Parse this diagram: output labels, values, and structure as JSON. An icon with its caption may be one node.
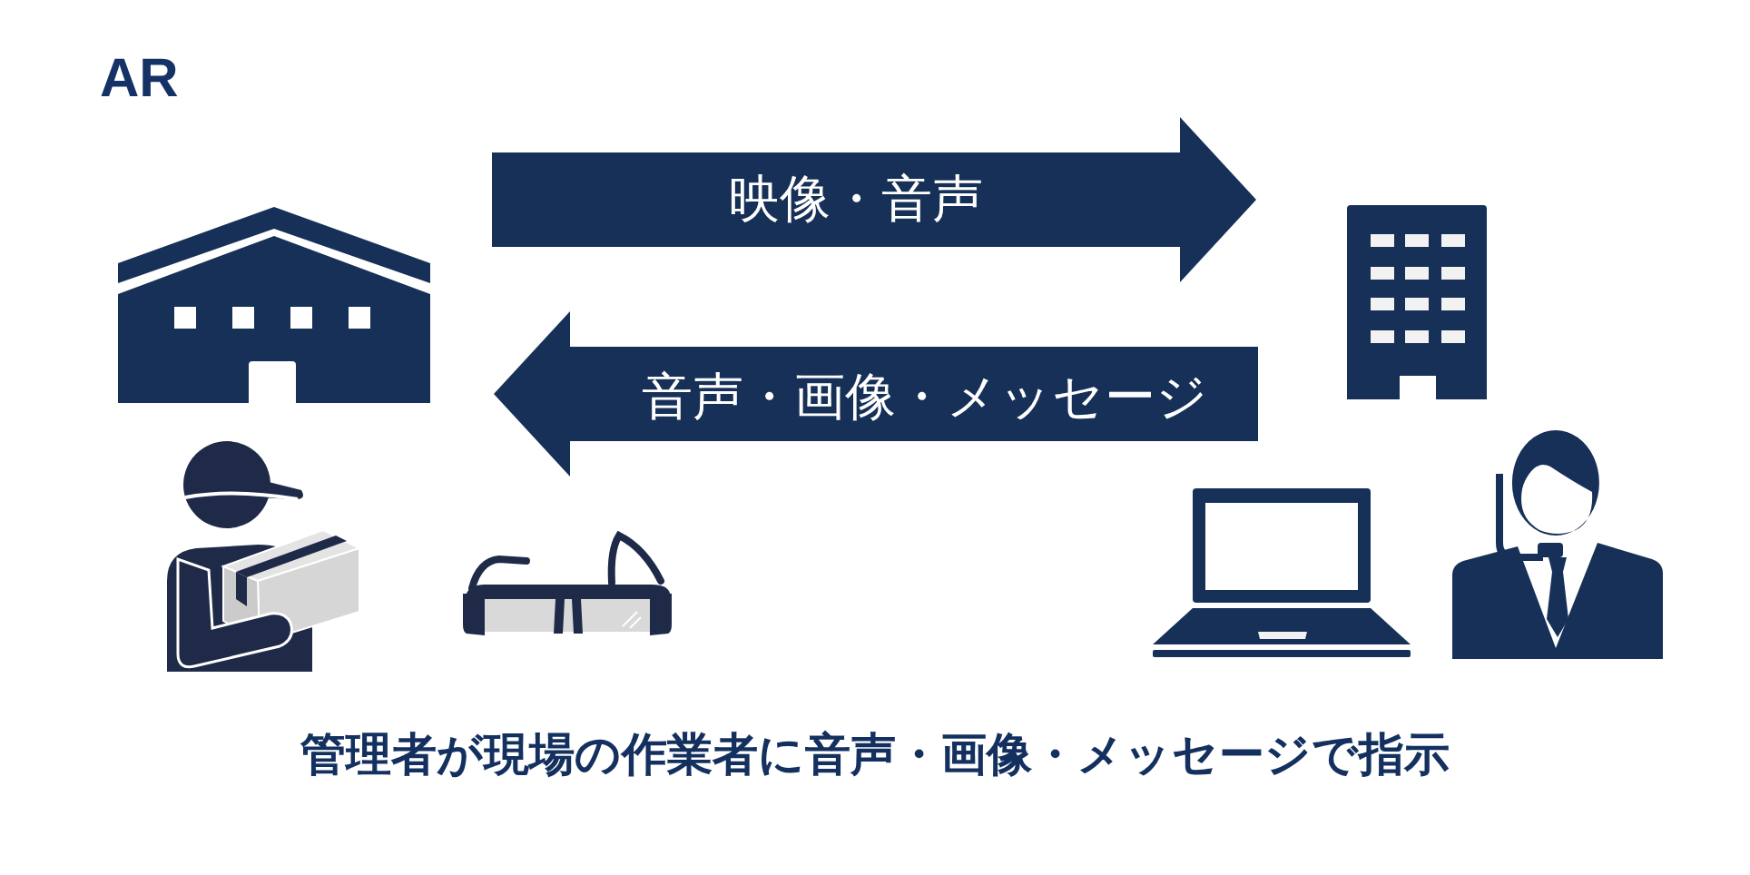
{
  "diagram": {
    "title": "AR",
    "caption": "管理者が現場の作業者に音声・画像・メッセージで指示",
    "nodes": [
      {
        "text": [],
        "shape": "picture"
      },
      {
        "text": [],
        "shape": "picture"
      },
      {
        "text": [],
        "shape": "person"
      },
      {
        "text": [],
        "shape": "picture"
      },
      {
        "text": [],
        "shape": "picture"
      },
      {
        "text": [],
        "shape": "person"
      }
    ],
    "edges": [
      {
        "from": 0,
        "to": 1,
        "arrow": "to",
        "label": "映像・音声"
      },
      {
        "from": 1,
        "to": 0,
        "arrow": "to",
        "label": "音声・画像・メッセージ"
      }
    ]
  }
}
